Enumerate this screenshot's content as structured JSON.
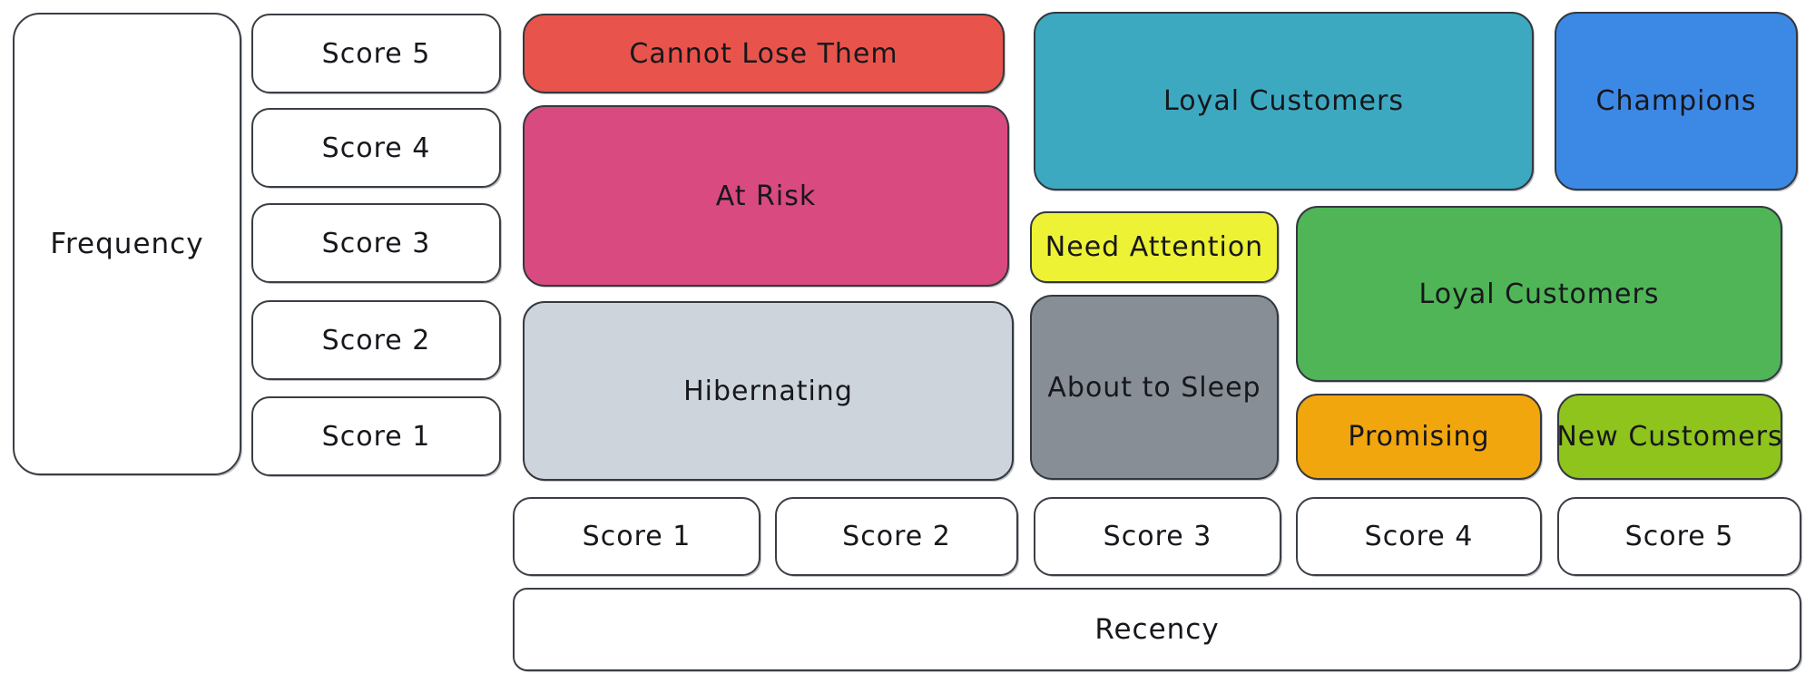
{
  "diagram": {
    "type": "rfm-segmentation-grid",
    "axes": {
      "frequency": "Frequency",
      "recency": "Recency"
    },
    "frequency_scores": [
      "Score 5",
      "Score 4",
      "Score 3",
      "Score 2",
      "Score 1"
    ],
    "recency_scores": [
      "Score 1",
      "Score 2",
      "Score 3",
      "Score 4",
      "Score 5"
    ],
    "segments": [
      {
        "label": "Cannot Lose Them",
        "color": "#e8544b",
        "recency": "1-2",
        "frequency": "5"
      },
      {
        "label": "At Risk",
        "color": "#d94a80",
        "recency": "1-2",
        "frequency": "3-4"
      },
      {
        "label": "Hibernating",
        "color": "#ced4db",
        "recency": "1-2",
        "frequency": "1-2"
      },
      {
        "label": "Loyal Customers",
        "color": "#3da9c1",
        "recency": "3-4",
        "frequency": "4-5"
      },
      {
        "label": "Champions",
        "color": "#3c88e5",
        "recency": "5",
        "frequency": "4-5"
      },
      {
        "label": "Need Attention",
        "color": "#edf235",
        "recency": "3",
        "frequency": "3"
      },
      {
        "label": "About to Sleep",
        "color": "#878e95",
        "recency": "3",
        "frequency": "1-2"
      },
      {
        "label": "Loyal Customers",
        "color": "#4fb557",
        "recency": "4-5",
        "frequency": "2-3"
      },
      {
        "label": "Promising",
        "color": "#f2a60d",
        "recency": "4",
        "frequency": "1"
      },
      {
        "label": "New Customers",
        "color": "#8ec41c",
        "recency": "5",
        "frequency": "1"
      }
    ],
    "colors": {
      "outline": "#3a3e45",
      "text": "#17171c",
      "background": "#ffffff"
    }
  }
}
